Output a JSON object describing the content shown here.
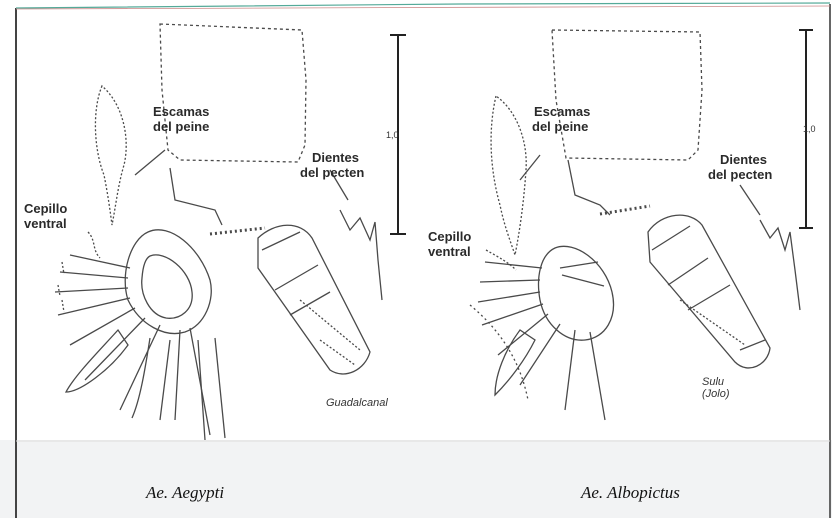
{
  "left_panel": {
    "label_scales": [
      "Escamas",
      "del peine"
    ],
    "label_teeth": [
      "Dientes",
      "del pecten"
    ],
    "label_brush": [
      "Cepillo",
      "ventral"
    ],
    "scale_value": "1,0",
    "locality": [
      "Guadalcanal"
    ],
    "species": "Ae. Aegypti"
  },
  "right_panel": {
    "label_scales": [
      "Escamas",
      "del peine"
    ],
    "label_teeth": [
      "Dientes",
      "del pecten"
    ],
    "label_brush": [
      "Cepillo",
      "ventral"
    ],
    "scale_value": "1,0",
    "locality": [
      "Sulu",
      "(Jolo)"
    ],
    "species": "Ae. Albopictus"
  },
  "colors": {
    "line": "#4a4a4a",
    "frame": "#3a3a3a",
    "band": "#f2f3f4"
  }
}
